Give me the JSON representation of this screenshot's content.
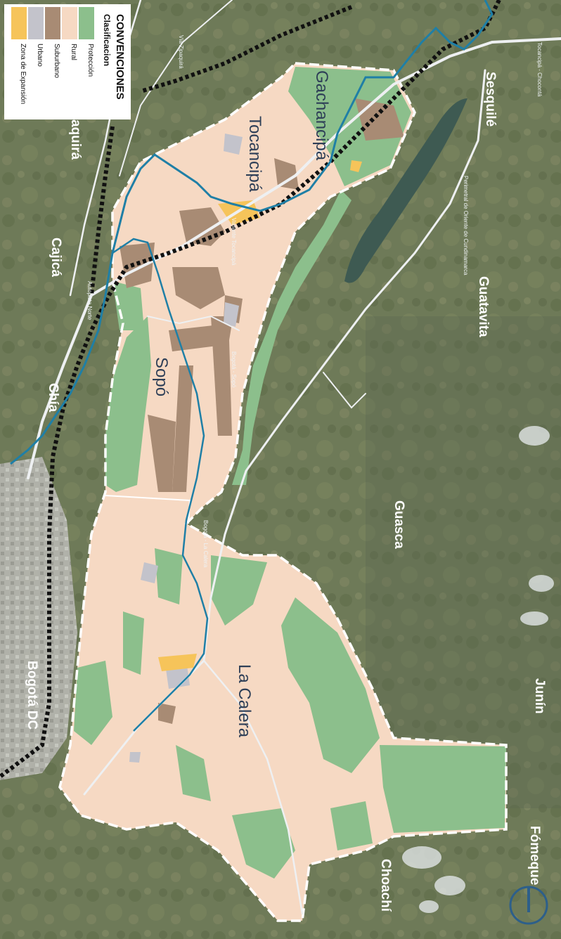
{
  "legend": {
    "title": "CONVENCIONES",
    "subtitle": "Clasificacion",
    "items": [
      {
        "label": "Protección",
        "color": "#8cbf8c"
      },
      {
        "label": "Rural",
        "color": "#f6d9c3"
      },
      {
        "label": "Suburbano",
        "color": "#a88b74"
      },
      {
        "label": "Urbano",
        "color": "#c3c3cb"
      },
      {
        "label": "Zona de Expansión",
        "color": "#f6c45a"
      }
    ]
  },
  "municipalities": {
    "gachancipa": "Gachancipá",
    "tocancipa": "Tocancipá",
    "sopo": "Sopó",
    "la_calera": "La Calera",
    "sesquile": "Sesquilé",
    "guatavita": "Guatavita",
    "guasca": "Guasca",
    "junin": "Junín",
    "fomeque": "Fómeque",
    "choachi": "Choachí",
    "cajica": "Cajicá",
    "chia": "Chía",
    "zipaquira": "aquirá",
    "bogota": "Bogotá DC"
  },
  "roads": {
    "r1": "Tocancipá - Chocontá",
    "r2": "Perimetral de Oriente de Cundinamarca",
    "r3": "Variante Tocancipá",
    "r4": "Bogotá - La Calera",
    "r5": "Bogotá - Sopó",
    "r6": "Vía Zipaquirá",
    "r7": "Autopista Norte"
  },
  "colors": {
    "proteccion": "#8cbf8c",
    "rural": "#f6d9c3",
    "suburbano": "#a88b74",
    "urbano": "#c3c3cb",
    "expansion": "#f6c45a",
    "river": "#1f7fa6",
    "boundary": "#ffffff",
    "rail": "#111111"
  },
  "north_arrow": "north-arrow-icon"
}
